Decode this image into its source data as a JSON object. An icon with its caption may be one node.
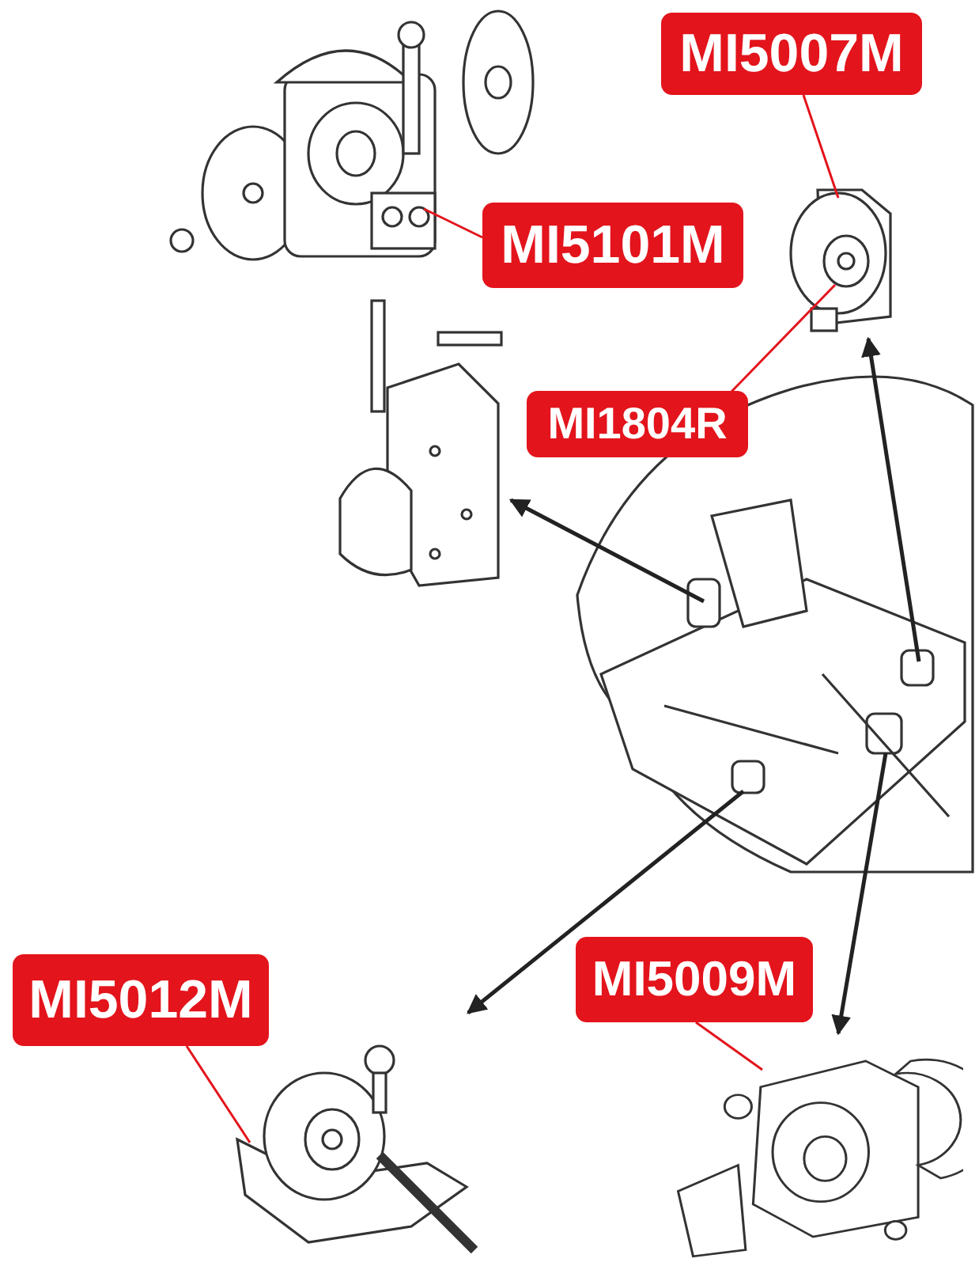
{
  "diagram": {
    "nodes": [
      {
        "text": [
          "MI5007M"
        ]
      },
      {
        "text": [
          "MI5101M"
        ]
      },
      {
        "text": [
          "MI1804R"
        ]
      },
      {
        "text": [
          "MI5012M"
        ]
      },
      {
        "text": [
          "MI5009M"
        ]
      },
      {
        "text": [],
        "shape": "picture"
      },
      {
        "text": [],
        "shape": "picture"
      },
      {
        "text": [],
        "shape": "picture"
      },
      {
        "text": [],
        "shape": "picture"
      },
      {
        "text": [],
        "shape": "picture"
      },
      {
        "text": [],
        "shape": "picture"
      }
    ],
    "edges": [
      {
        "from": 0,
        "to": 6,
        "arrow": "none"
      },
      {
        "from": 1,
        "to": 5,
        "arrow": "none"
      },
      {
        "from": 2,
        "to": 6,
        "arrow": "none"
      },
      {
        "from": 3,
        "to": 8,
        "arrow": "none"
      },
      {
        "from": 4,
        "to": 9,
        "arrow": "none"
      },
      {
        "from": 10,
        "to": 7,
        "arrow": "to",
        "color": "#222222"
      },
      {
        "from": 10,
        "to": 6,
        "arrow": "to",
        "color": "#222222"
      },
      {
        "from": 10,
        "to": 8,
        "arrow": "to",
        "color": "#222222"
      },
      {
        "from": 10,
        "to": 9,
        "arrow": "to",
        "color": "#222222"
      }
    ]
  }
}
